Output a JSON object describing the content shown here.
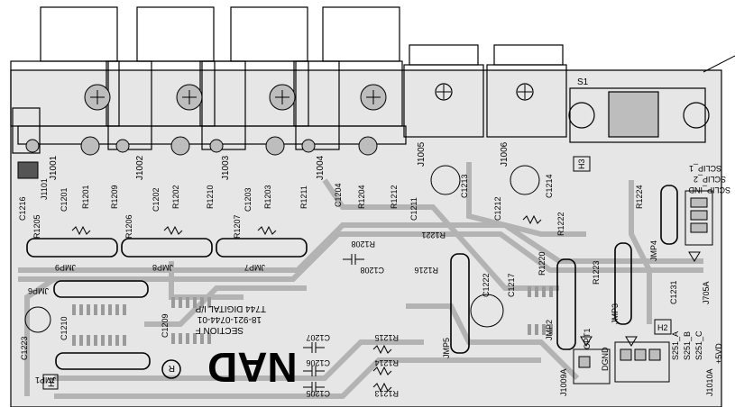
{
  "brand": {
    "logo_text": "NAD",
    "registered_mark": "R"
  },
  "section_text": {
    "line1": "SECTION F",
    "line2": "18-921-0744-01",
    "line3": "T744 DIGITAL I/P"
  },
  "jacks": [
    "J1001",
    "J1002",
    "J1003",
    "J1004",
    "J1005",
    "J1006"
  ],
  "switch_label": "S1",
  "sclip_labels": [
    "SCLIP_IND",
    "SCLIP_2",
    "SCLIP_1"
  ],
  "capacitors": [
    "C1216",
    "C1201",
    "C1202",
    "C1203",
    "C1204",
    "C1211",
    "C1213",
    "C1212",
    "C1214",
    "C1208",
    "C1222",
    "C1217",
    "C1231",
    "C1210",
    "C1209",
    "C1223",
    "C1207",
    "C1206",
    "C1205"
  ],
  "resistors": [
    "R1201",
    "R1209",
    "R1205",
    "R1202",
    "R1210",
    "R1206",
    "R1203",
    "R1211",
    "R1207",
    "R1204",
    "R1212",
    "R1208",
    "R1221",
    "R1222",
    "R1224",
    "R1216",
    "R1220",
    "R1223",
    "R1215",
    "R1214",
    "R1213"
  ],
  "jumpers": [
    "JMP9",
    "JMP8",
    "JMP7",
    "JMP6",
    "JMP1",
    "JMP5",
    "JMP2",
    "JMP3",
    "JMP4"
  ],
  "misc_labels": {
    "j1101": "J1101",
    "h1": "H1",
    "h2": "H2",
    "h3": "H3",
    "j705a": "J705A",
    "j1009a": "J1009A",
    "j1010a": "J1010A",
    "opt1": "OPT1",
    "dgnd": "DGND",
    "s251a": "S251_A",
    "s251b": "S251_B",
    "s251c": "S251_C",
    "v5": "+5VD"
  },
  "colors": {
    "board": "#e6e6e6",
    "trace": "#8a8a8a",
    "ink": "#000000",
    "pad": "#bdbdbd"
  }
}
